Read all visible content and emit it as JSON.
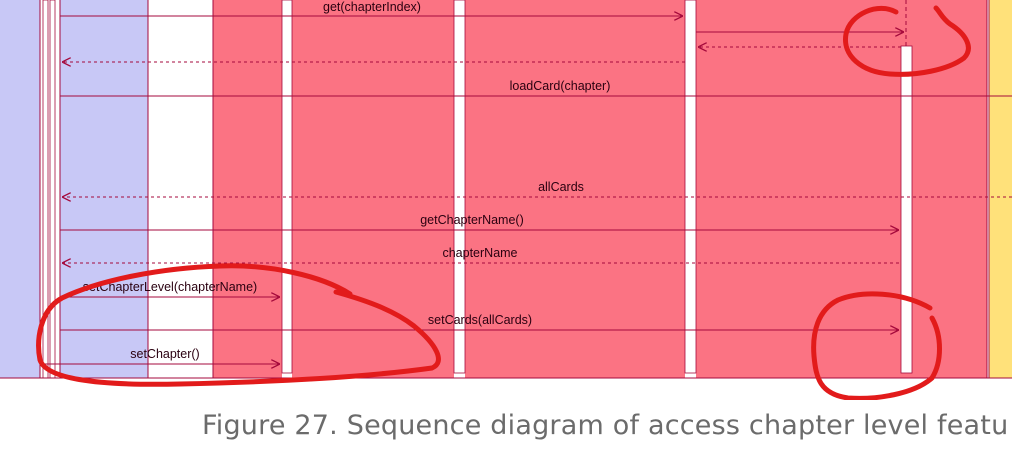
{
  "diagram": {
    "messages": [
      {
        "label": "get(chapterIndex)"
      },
      {
        "label": ""
      },
      {
        "label": ""
      },
      {
        "label": "loadCard(chapter)"
      },
      {
        "label": "allCards"
      },
      {
        "label": "getChapterName()"
      },
      {
        "label": "chapterName"
      },
      {
        "label": "setChapterLevel(chapterName)"
      },
      {
        "label": "setCards(allCards)"
      },
      {
        "label": "setChapter()"
      }
    ],
    "colors": {
      "actor_lane": "#c8c8f6",
      "boundary_lane": "#fb7383",
      "entity_lane": "#ffe17a",
      "line": "#a50a3c",
      "annotation": "#e21b1b"
    }
  },
  "caption": {
    "text": "Figure 27. Sequence diagram of access chapter level featu"
  }
}
